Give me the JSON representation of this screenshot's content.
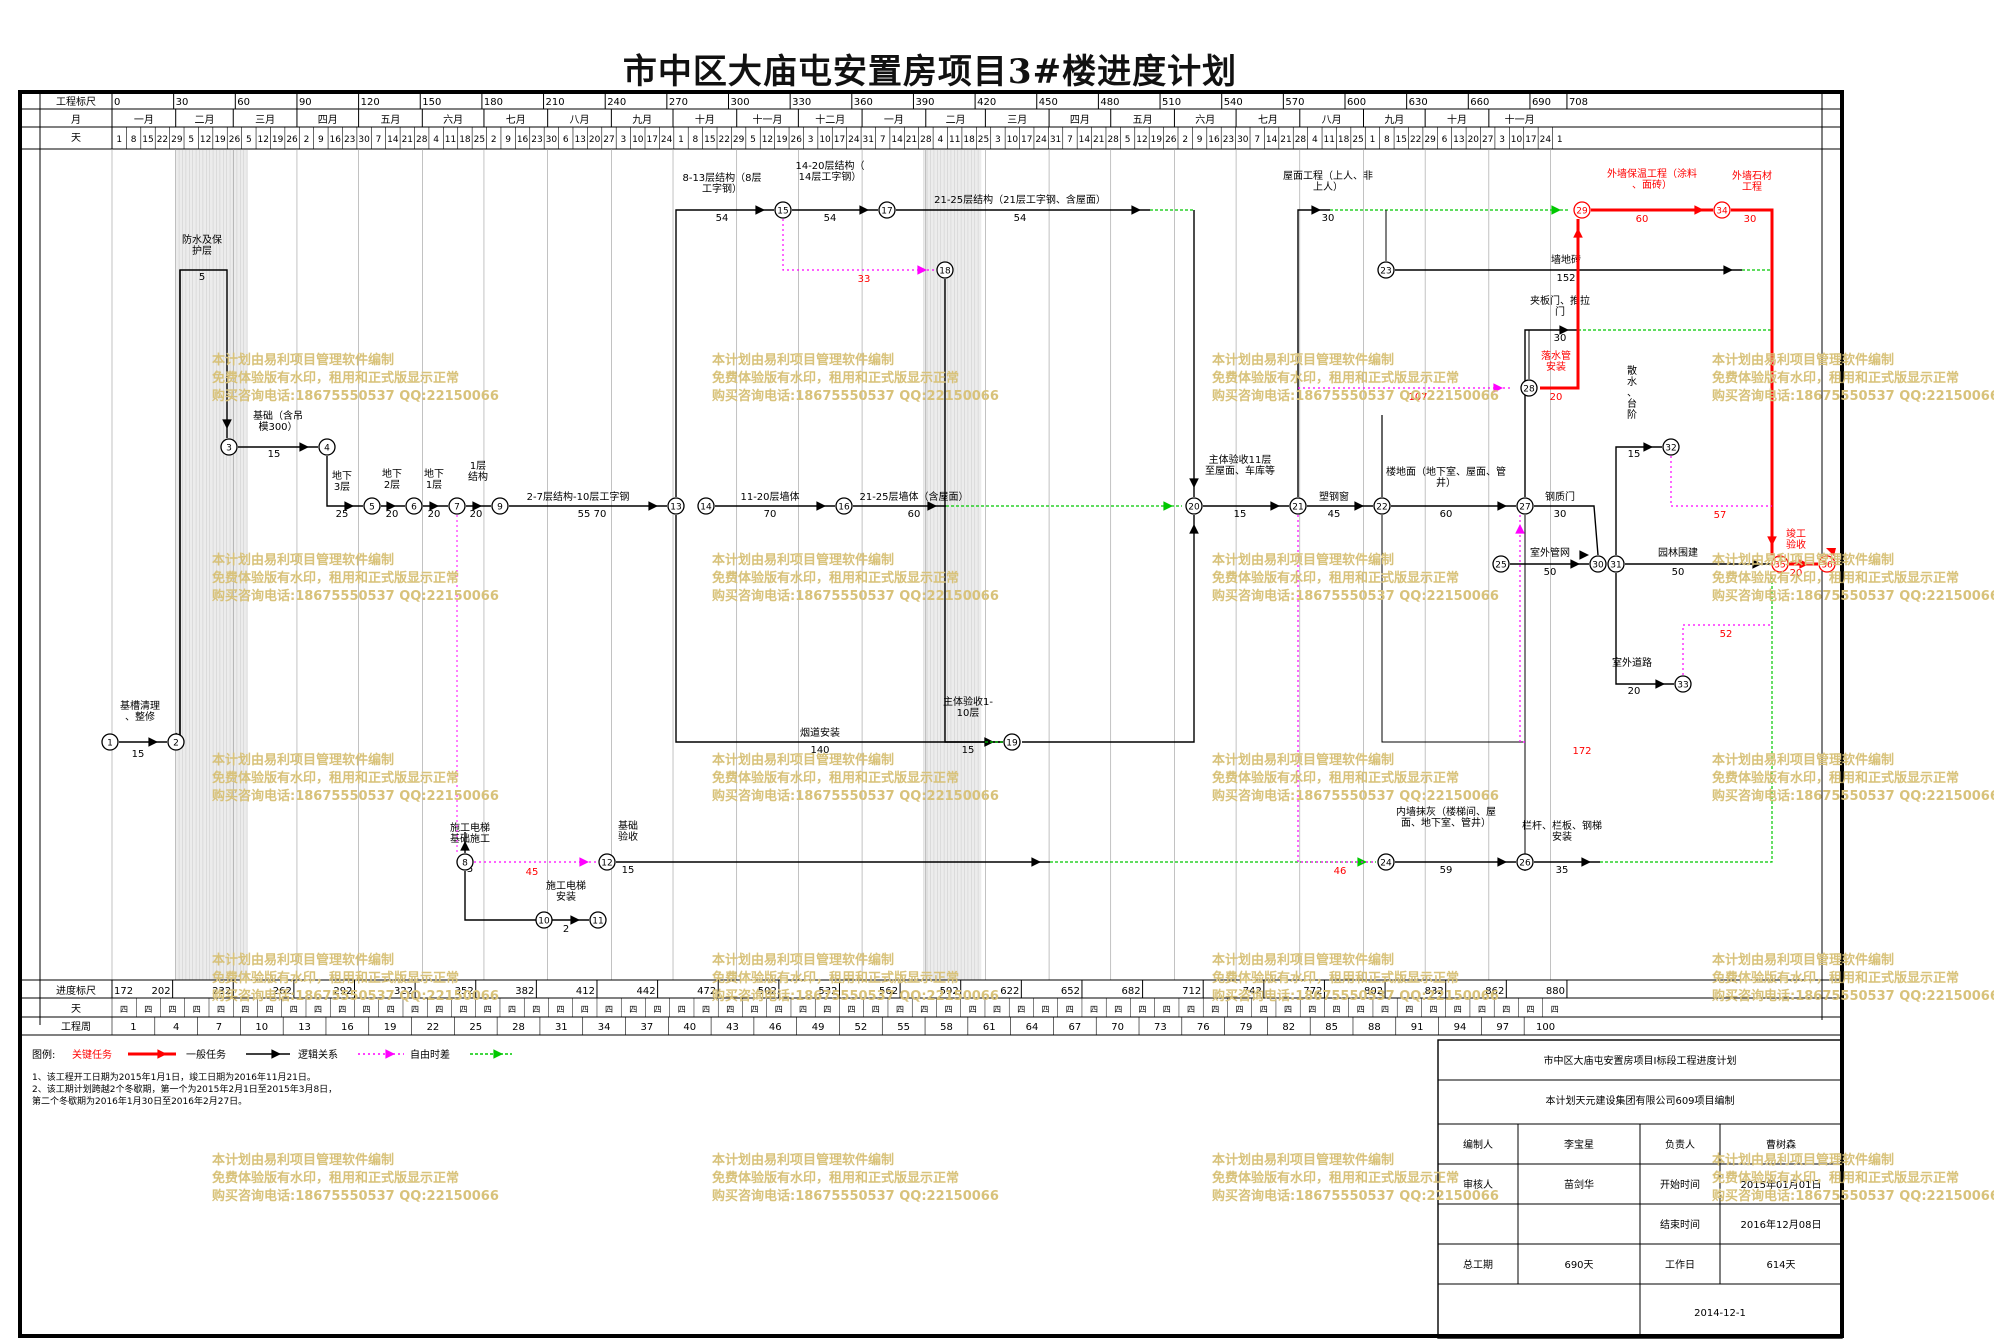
{
  "title": "市中区大庙屯安置房项目3#楼进度计划",
  "header": {
    "row_labels": [
      "工程标尺",
      "月",
      "天"
    ],
    "scale_ticks": [
      "0",
      "30",
      "60",
      "90",
      "120",
      "150",
      "180",
      "210",
      "240",
      "270",
      "300",
      "330",
      "360",
      "390",
      "420",
      "450",
      "480",
      "510",
      "540",
      "570",
      "600",
      "630",
      "660",
      "690",
      "708"
    ],
    "months": [
      "一月",
      "二月",
      "三月",
      "四月",
      "五月",
      "六月",
      "七月",
      "八月",
      "九月",
      "十月",
      "十一月",
      "十二月",
      "一月",
      "二月",
      "三月",
      "四月",
      "五月",
      "六月",
      "七月",
      "八月",
      "九月",
      "十月",
      "十一月"
    ],
    "days": [
      "1",
      "8",
      "15",
      "22",
      "29",
      "5",
      "12",
      "19",
      "26",
      "5",
      "12",
      "19",
      "26",
      "2",
      "9",
      "16",
      "23",
      "30",
      "7",
      "14",
      "21",
      "28",
      "4",
      "11",
      "18",
      "25",
      "2",
      "9",
      "16",
      "23",
      "30",
      "6",
      "13",
      "20",
      "27",
      "3",
      "10",
      "17",
      "24",
      "1",
      "8",
      "15",
      "22",
      "29",
      "5",
      "12",
      "19",
      "26",
      "3",
      "10",
      "17",
      "24",
      "31",
      "7",
      "14",
      "21",
      "28",
      "4",
      "11",
      "18",
      "25",
      "3",
      "10",
      "17",
      "24",
      "31",
      "7",
      "14",
      "21",
      "28",
      "5",
      "12",
      "19",
      "26",
      "2",
      "9",
      "16",
      "23",
      "30",
      "7",
      "14",
      "21",
      "28",
      "4",
      "11",
      "18",
      "25",
      "1",
      "8",
      "15",
      "22",
      "29",
      "6",
      "13",
      "20",
      "27",
      "3",
      "10",
      "17",
      "24",
      "1"
    ]
  },
  "footer": {
    "row_labels": [
      "进度标尺",
      "天",
      "工程周"
    ],
    "scale": [
      "172",
      "202",
      "232",
      "262",
      "292",
      "322",
      "352",
      "382",
      "412",
      "442",
      "472",
      "502",
      "532",
      "562",
      "592",
      "622",
      "652",
      "682",
      "712",
      "742",
      "772",
      "802",
      "832",
      "862",
      "880"
    ],
    "week_mark": "四",
    "weeks": [
      "1",
      "4",
      "7",
      "10",
      "13",
      "16",
      "19",
      "22",
      "25",
      "28",
      "31",
      "34",
      "37",
      "40",
      "43",
      "46",
      "49",
      "52",
      "55",
      "58",
      "61",
      "64",
      "67",
      "70",
      "73",
      "76",
      "79",
      "82",
      "85",
      "88",
      "91",
      "94",
      "97",
      "100"
    ]
  },
  "nodes": [
    "1",
    "2",
    "3",
    "4",
    "5",
    "6",
    "7",
    "8",
    "9",
    "10",
    "11",
    "12",
    "13",
    "14",
    "15",
    "16",
    "17",
    "18",
    "19",
    "20",
    "21",
    "22",
    "23",
    "24",
    "25",
    "26",
    "27",
    "28",
    "29",
    "30",
    "31",
    "32",
    "33",
    "34",
    "35",
    "36"
  ],
  "tasks": [
    {
      "label": "基槽清理、整修",
      "duration": "15"
    },
    {
      "label": "防水及保护层",
      "duration": "5"
    },
    {
      "label": "基础（含吊模300）",
      "duration": "15"
    },
    {
      "label": "地下3层",
      "duration": "25"
    },
    {
      "label": "地下2层",
      "duration": "20"
    },
    {
      "label": "地下1层",
      "duration": "20"
    },
    {
      "label": "1层结构",
      "duration": "20"
    },
    {
      "label": "2-7层结构-10层工字钢",
      "duration": "55 70"
    },
    {
      "label": "8-13层结构（8层工字钢）",
      "duration": "54"
    },
    {
      "label": "14-20层结构（14层工字钢）",
      "duration": "54"
    },
    {
      "label": "21-25层结构（21层工字钢、含屋面）",
      "duration": "54"
    },
    {
      "label": "11-20层墙体",
      "duration": "70"
    },
    {
      "label": "21-25层墙体（含屋面）",
      "duration": "60"
    },
    {
      "label": "烟道安装",
      "duration": "140"
    },
    {
      "label": "主体验收1-10层",
      "duration": "15"
    },
    {
      "label": "施工电梯基础施工",
      "duration": "5"
    },
    {
      "label": "施工电梯安装",
      "duration": "2"
    },
    {
      "label": "基础验收",
      "duration": "15"
    },
    {
      "label": "主体验收11层至屋面、车库等",
      "duration": "15"
    },
    {
      "label": "塑钢窗",
      "duration": "45"
    },
    {
      "label": "楼地面（地下室、屋面、管井）",
      "duration": "60"
    },
    {
      "label": "钢质门",
      "duration": "30"
    },
    {
      "label": "屋面工程（上人、非上人）",
      "duration": "30"
    },
    {
      "label": "墙地砖",
      "duration": "152"
    },
    {
      "label": "夹板门、推拉门",
      "duration": "30"
    },
    {
      "label": "落水管安装",
      "duration": "20"
    },
    {
      "label": "外墙保温工程（涂料、面砖）",
      "duration": "60"
    },
    {
      "label": "外墙石材工程",
      "duration": "30"
    },
    {
      "label": "散水、台阶",
      "duration": "15"
    },
    {
      "label": "室外管网",
      "duration": "50"
    },
    {
      "label": "园林围建",
      "duration": "50"
    },
    {
      "label": "室外道路",
      "duration": "20"
    },
    {
      "label": "内墙抹灰（楼梯间、屋面、地下室、管井）",
      "duration": "59"
    },
    {
      "label": "栏杆、栏板、钢梯安装",
      "duration": "35"
    },
    {
      "label": "竣工验收",
      "duration": "20"
    }
  ],
  "free_float_labels": [
    "33",
    "45",
    "107",
    "46",
    "172",
    "57",
    "52"
  ],
  "legend": {
    "label": "图例:",
    "items": [
      "关键任务",
      "一般任务",
      "逻辑关系",
      "自由时差"
    ],
    "notes": [
      "1、该工程开工日期为2015年1月1日，竣工日期为2016年11月21日。",
      "2、该工期计划跨越2个冬歇期，第一个为2015年2月1日至2015年3月8日，",
      "第二个冬歇期为2016年1月30日至2016年2月27日。"
    ]
  },
  "info": {
    "title": "市中区大庙屯安置房项目Ⅰ标段工程进度计划",
    "org": "本计划天元建设集团有限公司609项目编制",
    "editor_label": "编制人",
    "editor": "李宝星",
    "owner_label": "负责人",
    "owner": "曹树森",
    "reviewer_label": "审核人",
    "reviewer": "苗剑华",
    "start_label": "开始时间",
    "start": "2015年01月01日",
    "end_label": "结束时间",
    "end": "2016年12月08日",
    "total_label": "总工期",
    "total": "690天",
    "workday_label": "工作日",
    "workday": "614天",
    "date": "2014-12-1"
  },
  "watermark": [
    "本计划由易利项目管理软件编制",
    "免费体验版有水印，租用和正式版显示正常",
    "购买咨询电话:18675550537 QQ:22150066"
  ],
  "colors": {
    "critical": "#ff0000",
    "normal": "#000000",
    "free_float": "#ff00ff",
    "ground": "#00c800",
    "watermark": "#d8c27a"
  }
}
